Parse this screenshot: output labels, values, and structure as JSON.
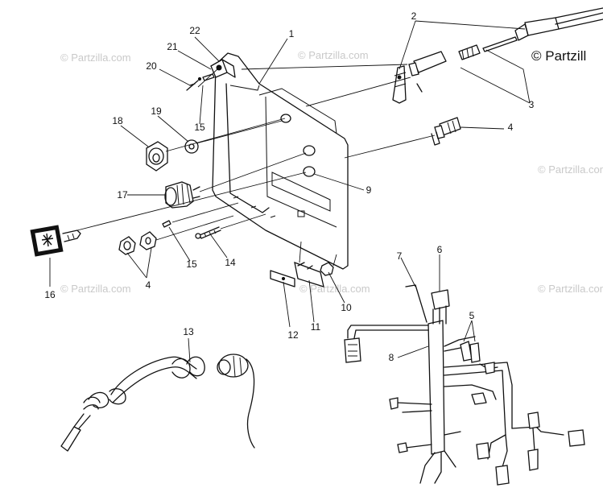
{
  "watermark": {
    "text": "© Partzilla.com",
    "corner_text": "© Partzill"
  },
  "callouts": [
    "1",
    "2",
    "3",
    "4",
    "4",
    "5",
    "6",
    "7",
    "8",
    "9",
    "10",
    "11",
    "12",
    "13",
    "14",
    "15",
    "15",
    "16",
    "17",
    "18",
    "19",
    "20",
    "21",
    "22"
  ]
}
